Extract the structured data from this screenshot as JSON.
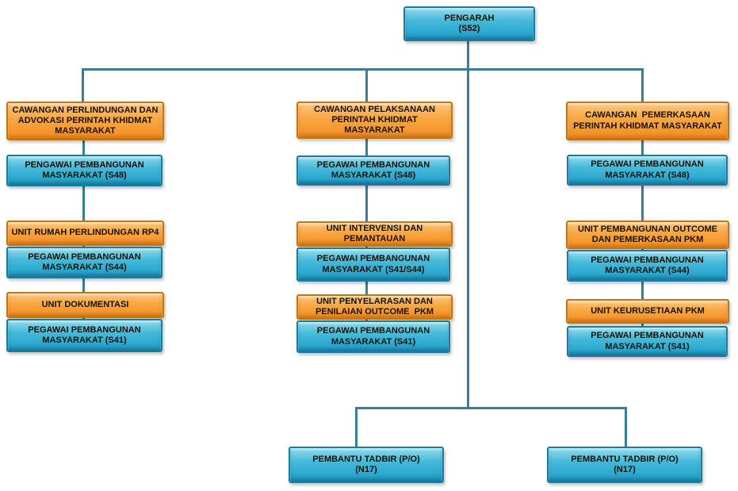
{
  "colors": {
    "branch_fill": "#F79B32",
    "branch_border": "#C4750F",
    "officer_fill": "#2FACD2",
    "officer_border": "#1A7C9E",
    "connector": "#377E96",
    "text": "#161006",
    "background": "#FFFFFF"
  },
  "org_chart": {
    "root": {
      "label": "PENGARAH\n(S52)"
    },
    "columns": [
      {
        "nodes": [
          {
            "type": "branch",
            "label": "CAWANGAN PERLINDUNGAN DAN\nADVOKASI PERINTAH KHIDMAT\nMASYARAKAT"
          },
          {
            "type": "officer",
            "label": "PENGAWAI PEMBANGUNAN\nMASYARAKAT (S48)"
          },
          {
            "type": "branch",
            "label": "UNIT RUMAH PERLINDUNGAN RP4"
          },
          {
            "type": "officer",
            "label": "PEGAWAI PEMBANGUNAN\nMASYARAKAT (S44)"
          },
          {
            "type": "branch",
            "label": "UNIT DOKUMENTASI"
          },
          {
            "type": "officer",
            "label": "PEGAWAI PEMBANGUNAN\nMASYARAKAT (S41)"
          }
        ]
      },
      {
        "nodes": [
          {
            "type": "branch",
            "label": "CAWANGAN PELAKSANAAN\nPERINTAH KHIDMAT MASYARAKAT"
          },
          {
            "type": "officer",
            "label": "PEGAWAI PEMBANGUNAN\nMASYARAKAT (S48)"
          },
          {
            "type": "branch",
            "label": "UNIT INTERVENSI DAN\nPEMANTAUAN"
          },
          {
            "type": "officer",
            "label": "PEGAWAI PEMBANGUNAN\nMASYARAKAT (S41/S44)"
          },
          {
            "type": "branch",
            "label": "UNIT PENYELARASAN DAN\nPENILAIAN OUTCOME  PKM"
          },
          {
            "type": "officer",
            "label": "PEGAWAI PEMBANGUNAN\nMASYARAKAT (S41)"
          }
        ]
      },
      {
        "nodes": [
          {
            "type": "branch",
            "label": "CAWANGAN  PEMERKASAAN\nPERINTAH KHIDMAT MASYARAKAT"
          },
          {
            "type": "officer",
            "label": "PEGAWAI PEMBANGUNAN\nMASYARAKAT (S48)"
          },
          {
            "type": "branch",
            "label": "UNIT PEMBANGUNAN OUTCOME\nDAN PEMERKASAAN PKM"
          },
          {
            "type": "officer",
            "label": "PEGAWAI PEMBANGUNAN\nMASYARAKAT (S44)"
          },
          {
            "type": "branch",
            "label": "UNIT KEURUSETIAAN PKM"
          },
          {
            "type": "officer",
            "label": "PEGAWAI PEMBANGUNAN\nMASYARAKAT (S41)"
          }
        ]
      }
    ],
    "bottom": [
      {
        "label": "PEMBANTU TADBIR (P/O)\n(N17)"
      },
      {
        "label": "PEMBANTU TADBIR (P/O)\n(N17)"
      }
    ]
  }
}
